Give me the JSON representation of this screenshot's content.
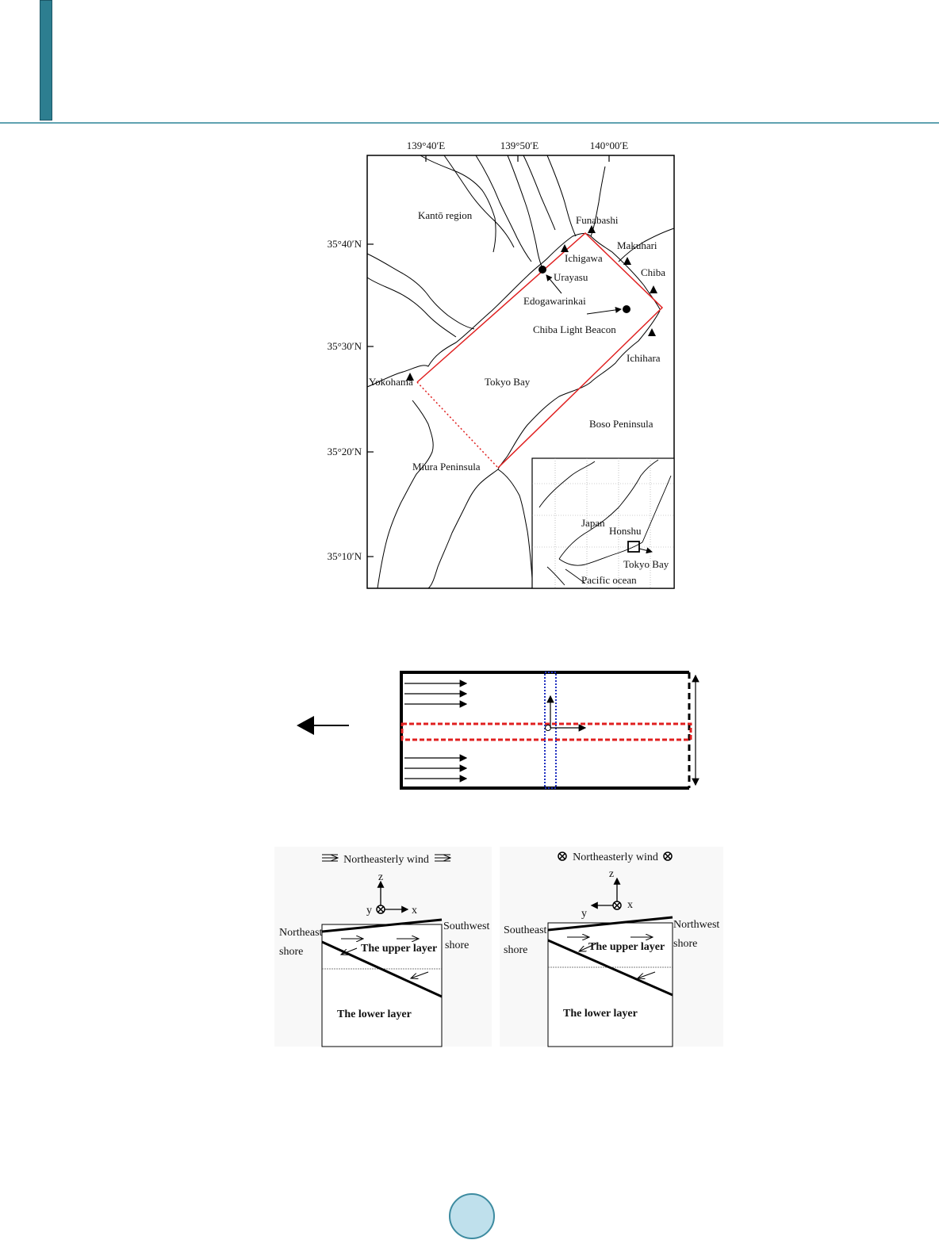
{
  "page": {
    "accent_color": "#2d7e90",
    "page_number_badge_color": "#bfe0ec"
  },
  "map_figure": {
    "longitude_labels": [
      "139°40′E",
      "139°50′E",
      "140°00′E"
    ],
    "latitude_labels": [
      "35°40′N",
      "35°30′N",
      "35°20′N",
      "35°10′N"
    ],
    "places": {
      "kanto": "Kantō region",
      "funabashi": "Funabashi",
      "makuhari": "Makuhari",
      "ichigawa": "Ichigawa",
      "urayasu": "Urayasu",
      "chiba": "Chiba",
      "edogawarinkai": "Edogawarinkai",
      "chiba_light_beacon": "Chiba Light Beacon",
      "ichihara": "Ichihara",
      "yokohama": "Yokohama",
      "tokyo_bay": "Tokyo Bay",
      "boso": "Boso Peninsula",
      "miura": "Miura Peninsula"
    },
    "inset": {
      "japan": "Japan",
      "honshu": "Honshu",
      "tokyo_bay": "Tokyo Bay",
      "pacific": "Pacific ocean"
    },
    "colors": {
      "boundary": "#e02020"
    }
  },
  "channel_figure": {
    "colors": {
      "along_channel_box": "#e02020",
      "cross_channel_box": "#2030c0"
    }
  },
  "layer_figure": {
    "left": {
      "wind": "Northeasterly wind",
      "axis_z": "z",
      "axis_y": "y",
      "axis_x": "x",
      "shore_left_1": "Northeast",
      "shore_left_2": "shore",
      "shore_right_1": "Southwest",
      "shore_right_2": "shore",
      "upper": "The upper layer",
      "lower": "The lower layer"
    },
    "right": {
      "wind": "Northeasterly wind",
      "axis_z": "z",
      "axis_y": "y",
      "axis_x": "x",
      "shore_left_1": "Southeast",
      "shore_left_2": "shore",
      "shore_right_1": "Northwest",
      "shore_right_2": "shore",
      "upper": "The upper layer",
      "lower": "The lower layer"
    }
  }
}
